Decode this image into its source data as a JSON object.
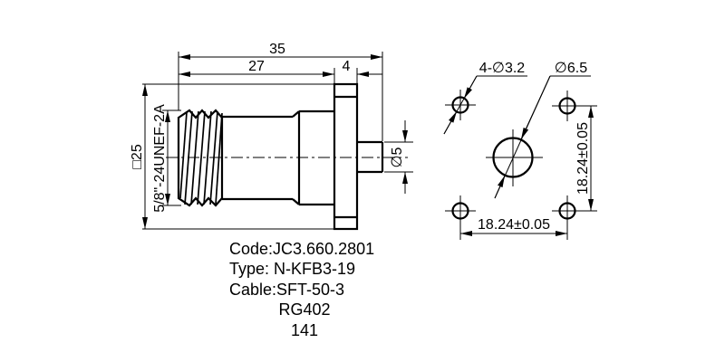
{
  "side_view": {
    "dim_overall_length": "35",
    "dim_body_length": "27",
    "dim_flange_thickness": "4",
    "dim_flange_square": "□25",
    "thread_spec": "5/8\"-24UNEF-2A",
    "dim_pin_diameter": "∅5"
  },
  "front_view": {
    "mounting_holes_label": "4-∅3.2",
    "center_hole_label": "∅6.5",
    "dim_hole_spacing_horizontal": "18.24±0.05",
    "dim_hole_spacing_vertical": "18.24±0.05"
  },
  "title_block": {
    "line1": "Code:JC3.660.2801",
    "line2": "Type: N-KFB3-19",
    "line3": "Cable:SFT-50-3",
    "line4": "RG402",
    "line5": "141"
  },
  "colors": {
    "line": "#000000",
    "background": "#ffffff"
  }
}
